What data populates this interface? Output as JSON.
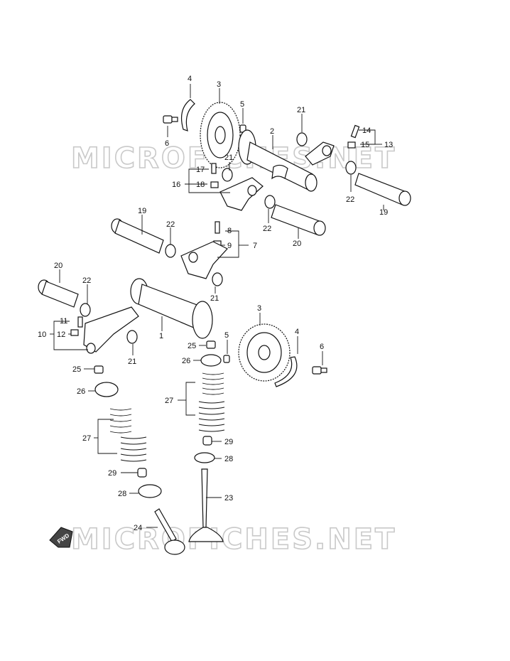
{
  "watermark": {
    "text": "MICROFICHES.NET"
  },
  "fwd_marker": {
    "text": "FWD"
  },
  "callouts": {
    "c1": "1",
    "c2": "2",
    "c3a": "3",
    "c3b": "3",
    "c4a": "4",
    "c4b": "4",
    "c5a": "5",
    "c5b": "5",
    "c6a": "6",
    "c6b": "6",
    "c7": "7",
    "c8": "8",
    "c9": "9",
    "c10": "10",
    "c11": "11",
    "c12": "12",
    "c13": "13",
    "c14": "14",
    "c15": "15",
    "c16": "16",
    "c17": "17",
    "c18": "18",
    "c19a": "19",
    "c19b": "19",
    "c20a": "20",
    "c20b": "20",
    "c21a": "21",
    "c21b": "21",
    "c21c": "21",
    "c21d": "21",
    "c22a": "22",
    "c22b": "22",
    "c22c": "22",
    "c22d": "22",
    "c23": "23",
    "c24": "24",
    "c25a": "25",
    "c25b": "25",
    "c26a": "26",
    "c26b": "26",
    "c27a": "27",
    "c27b": "27",
    "c28a": "28",
    "c28b": "28",
    "c29a": "29",
    "c29b": "29"
  }
}
